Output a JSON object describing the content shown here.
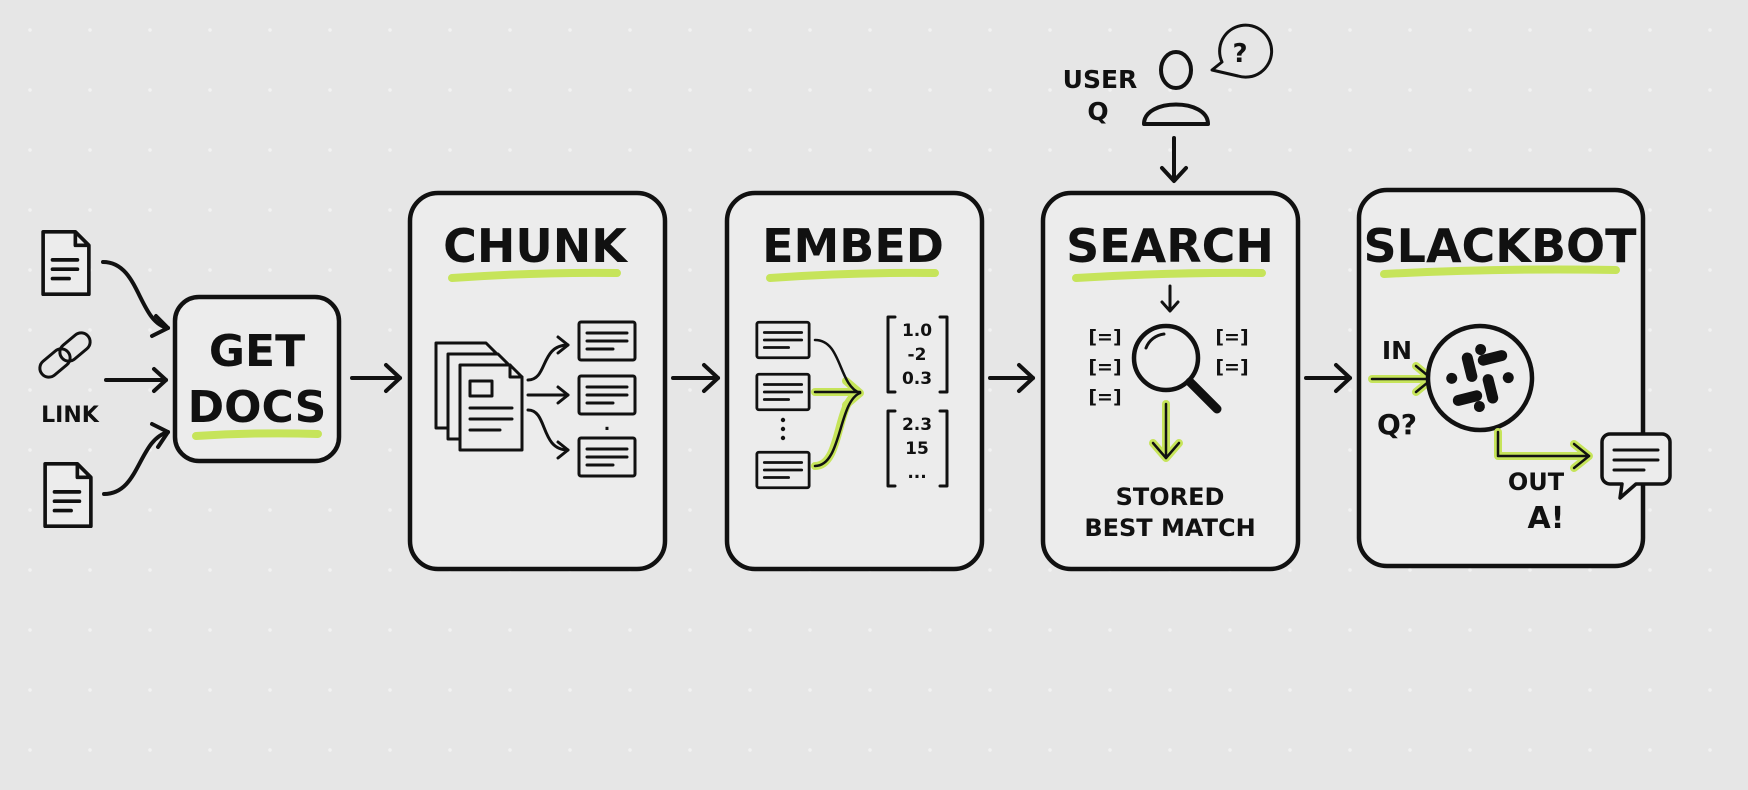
{
  "diagram": {
    "input": {
      "link_label": "LINK"
    },
    "get_docs": {
      "title_line1": "GET",
      "title_line2": "DOCS"
    },
    "chunk": {
      "title": "CHUNK",
      "ellipsis": "."
    },
    "embed": {
      "title": "EMBED",
      "vector1": [
        "1.0",
        "-2",
        "0.3"
      ],
      "vector2": [
        "2.3",
        "15",
        "..."
      ]
    },
    "user_question": {
      "label_line1": "USER",
      "label_line2": "Q",
      "bubble_glyph": "?"
    },
    "search": {
      "title": "SEARCH",
      "bracket_glyph": "[=]",
      "result_line1": "STORED",
      "result_line2": "BEST MATCH"
    },
    "slackbot": {
      "title": "SLACKBOT",
      "in_label": "IN",
      "question_label": "Q?",
      "out_label": "OUT",
      "answer_label": "A!"
    }
  }
}
